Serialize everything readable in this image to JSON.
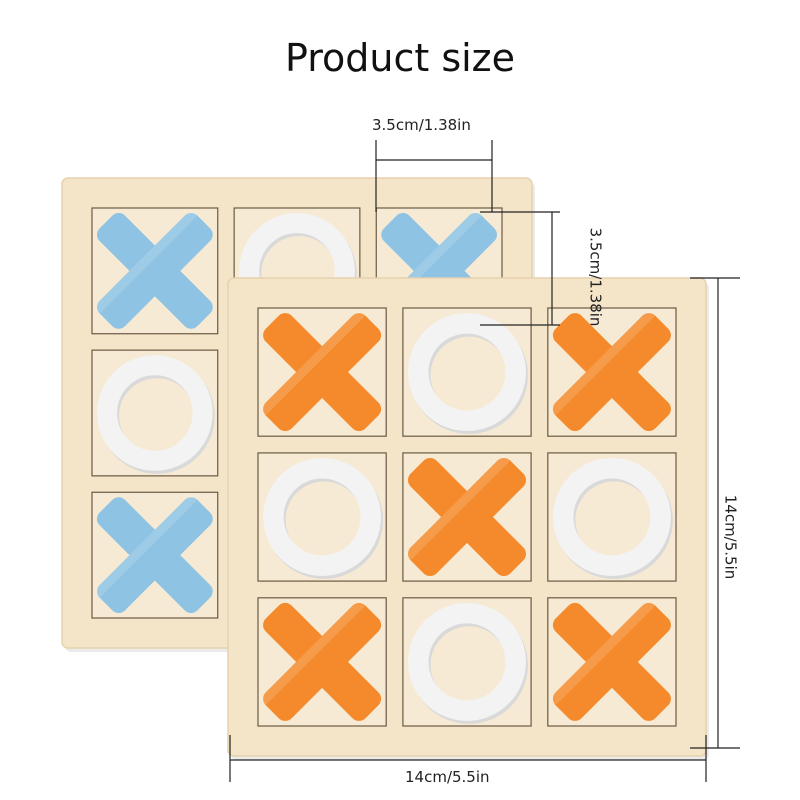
{
  "title": "Product size",
  "dimensions": {
    "cell": "3.5cm/1.38in",
    "cell_vertical": "3.5cm/1.38in",
    "board_height": "14cm/5.5in",
    "board_width": "14cm/5.5in"
  },
  "back_board": {
    "piece_color": "#8ec3e3",
    "grid": [
      [
        "X",
        "O",
        "X"
      ],
      [
        "O",
        "",
        ""
      ],
      [
        "X",
        "",
        ""
      ]
    ]
  },
  "front_board": {
    "piece_color": "#f48a2b",
    "grid": [
      [
        "X",
        "O",
        "X"
      ],
      [
        "O",
        "X",
        "O"
      ],
      [
        "X",
        "O",
        "X"
      ]
    ]
  },
  "colors": {
    "wood": "#f4e4c8",
    "wood_edge": "#e6d2ad",
    "cell": "#f7ead4",
    "ring": "#f3f3f3",
    "ring_shadow": "#d9d9d9"
  }
}
